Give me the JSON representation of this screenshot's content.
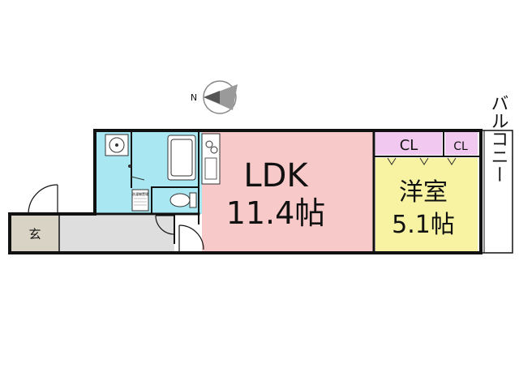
{
  "compass": {
    "north_label": "N"
  },
  "rooms": {
    "ldk": {
      "name": "LDK",
      "size": "11.4帖",
      "color": "#f8c9c9"
    },
    "western": {
      "name": "洋室",
      "size": "5.1帖",
      "color": "#f7f3a3"
    },
    "closet_1": {
      "name": "CL",
      "color": "#f1c8ef"
    },
    "closet_2": {
      "name": "CL",
      "color": "#f1c8ef"
    },
    "balcony": {
      "name": "バルコニー"
    },
    "entrance": {
      "name": "玄",
      "color": "#d8d3c4"
    },
    "hallway": {
      "color": "#dedede"
    },
    "wet_area": {
      "color": "#a9e8f3"
    }
  },
  "equipment": {
    "washer_label": "洗濯機置場"
  }
}
